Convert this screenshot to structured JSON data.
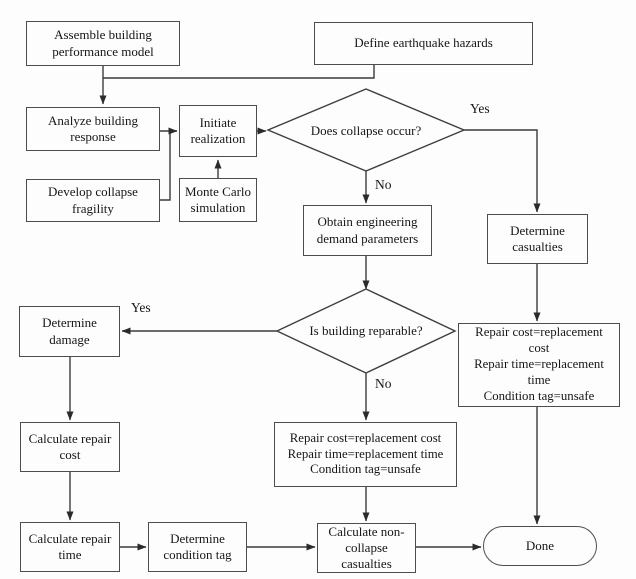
{
  "diagram": {
    "type": "flowchart",
    "colors": {
      "background": "#fdfdfd",
      "line": "#3b3b3b",
      "box_border": "#4d4d4d",
      "text": "#161616"
    },
    "nodes": {
      "assemble": {
        "type": "process",
        "label": "Assemble building\nperformance model"
      },
      "define_hazards": {
        "type": "process",
        "label": "Define earthquake hazards"
      },
      "analyze": {
        "type": "process",
        "label": "Analyze building\nresponse"
      },
      "initiate": {
        "type": "process",
        "label": "Initiate\nrealization"
      },
      "develop_fragility": {
        "type": "process",
        "label": "Develop collapse\nfragility"
      },
      "monte_carlo": {
        "type": "process",
        "label": "Monte Carlo\nsimulation"
      },
      "does_collapse": {
        "type": "decision",
        "label": "Does collapse occur?"
      },
      "obtain_edp": {
        "type": "process",
        "label": "Obtain engineering\ndemand parameters"
      },
      "determine_casualties": {
        "type": "process",
        "label": "Determine\ncasualties"
      },
      "repair_unsafe_right": {
        "type": "process",
        "label": "Repair cost=replacement\ncost\nRepair time=replacement\ntime\nCondition tag=unsafe"
      },
      "is_reparable": {
        "type": "decision",
        "label": "Is building reparable?"
      },
      "determine_damage": {
        "type": "process",
        "label": "Determine\ndamage"
      },
      "repair_unsafe_mid": {
        "type": "process",
        "label": "Repair cost=replacement cost\nRepair time=replacement time\nCondition tag=unsafe"
      },
      "calc_repair_cost": {
        "type": "process",
        "label": "Calculate repair\ncost"
      },
      "calc_repair_time": {
        "type": "process",
        "label": "Calculate repair\ntime"
      },
      "determine_cond_tag": {
        "type": "process",
        "label": "Determine\ncondition tag"
      },
      "calc_noncollapse": {
        "type": "process",
        "label": "Calculate non-\ncollapse\ncasualties"
      },
      "done": {
        "type": "terminator",
        "label": "Done"
      }
    },
    "edge_labels": {
      "collapse_yes": "Yes",
      "collapse_no": "No",
      "reparable_yes": "Yes",
      "reparable_no": "No"
    },
    "edges": [
      {
        "from": "assemble",
        "to": "analyze"
      },
      {
        "from": "define_hazards",
        "to": "analyze"
      },
      {
        "from": "analyze",
        "to": "initiate"
      },
      {
        "from": "develop_fragility",
        "to": "initiate"
      },
      {
        "from": "monte_carlo",
        "to": "initiate"
      },
      {
        "from": "initiate",
        "to": "does_collapse"
      },
      {
        "from": "does_collapse",
        "to": "determine_casualties",
        "label": "Yes"
      },
      {
        "from": "does_collapse",
        "to": "obtain_edp",
        "label": "No"
      },
      {
        "from": "obtain_edp",
        "to": "is_reparable"
      },
      {
        "from": "is_reparable",
        "to": "determine_damage",
        "label": "Yes"
      },
      {
        "from": "is_reparable",
        "to": "repair_unsafe_mid",
        "label": "No"
      },
      {
        "from": "determine_casualties",
        "to": "repair_unsafe_right"
      },
      {
        "from": "repair_unsafe_right",
        "to": "done"
      },
      {
        "from": "determine_damage",
        "to": "calc_repair_cost"
      },
      {
        "from": "calc_repair_cost",
        "to": "calc_repair_time"
      },
      {
        "from": "calc_repair_time",
        "to": "determine_cond_tag"
      },
      {
        "from": "determine_cond_tag",
        "to": "calc_noncollapse"
      },
      {
        "from": "repair_unsafe_mid",
        "to": "calc_noncollapse"
      },
      {
        "from": "calc_noncollapse",
        "to": "done"
      }
    ]
  }
}
